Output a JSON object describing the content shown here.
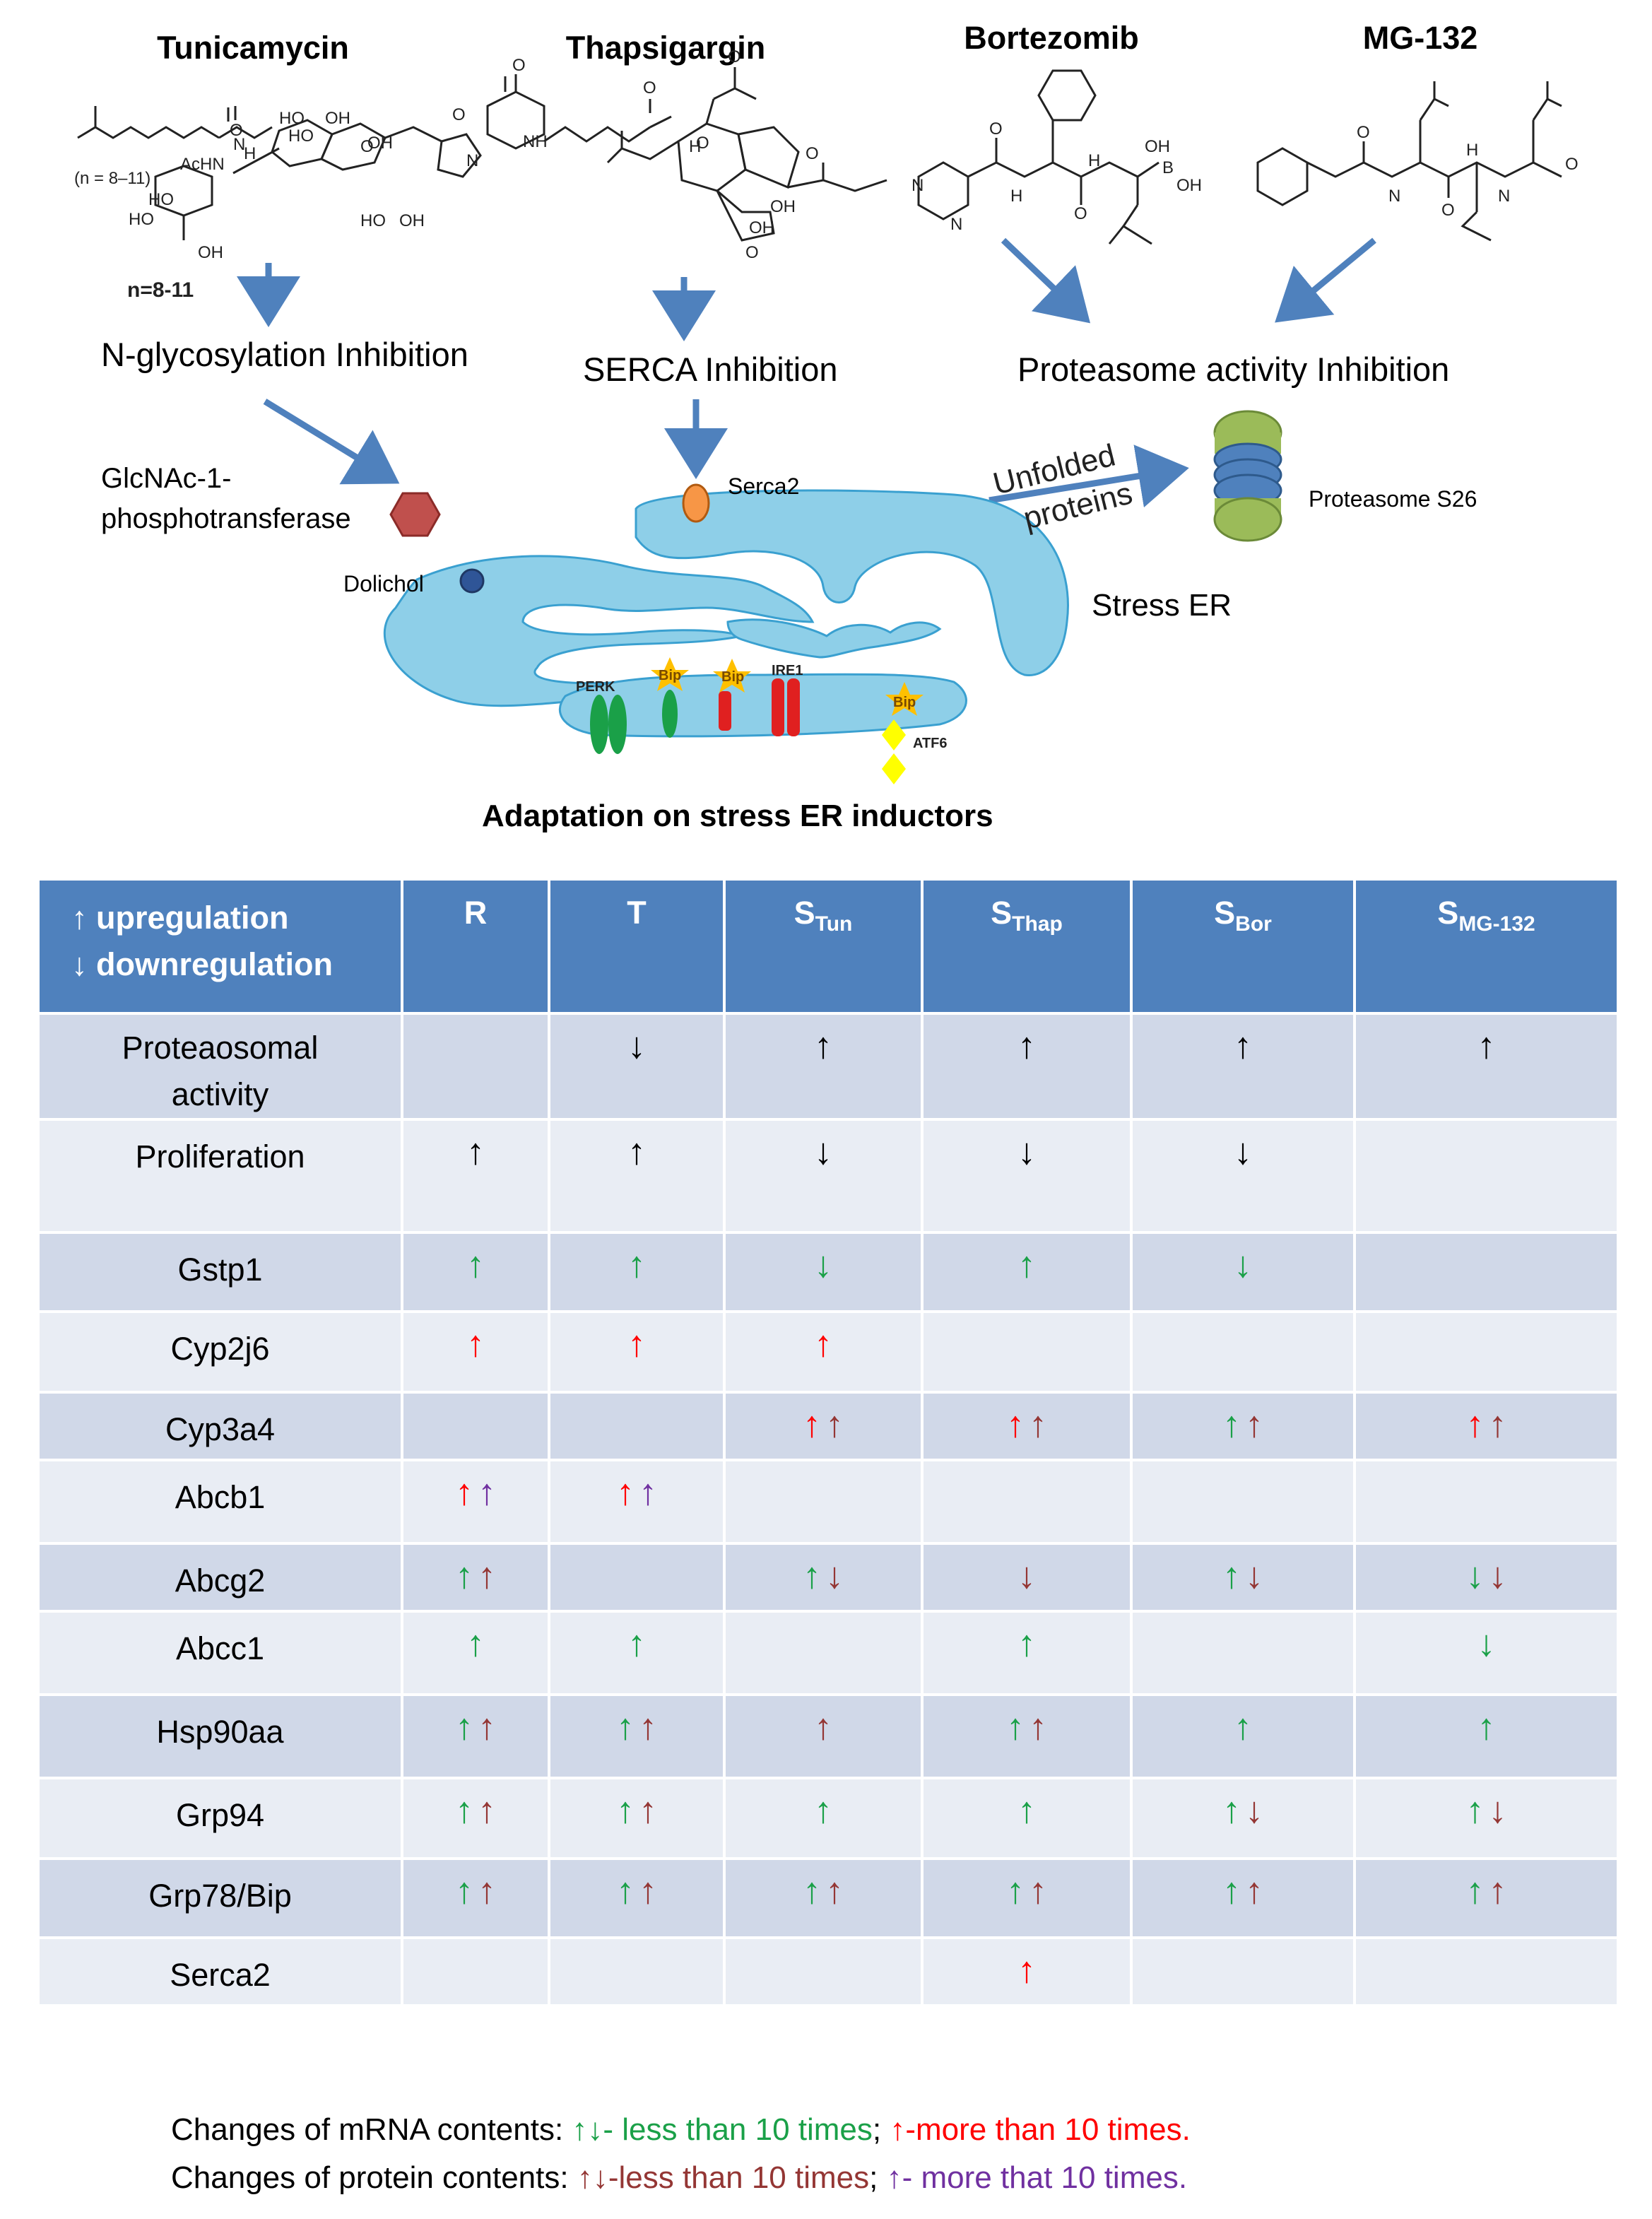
{
  "drugs": [
    {
      "name": "Tunicamycin"
    },
    {
      "name": "Thapsigargin"
    },
    {
      "name": "Bortezomib"
    },
    {
      "name": "MG-132"
    }
  ],
  "structure_labels": {
    "n_range": "(n = 8–11)",
    "n_bold": "n=8-11",
    "achn": "AcHN",
    "ho": "HO",
    "oh": "OH",
    "o": "O",
    "nh": "NH",
    "n": "N",
    "h": "H",
    "b": "B"
  },
  "mechanisms": {
    "tunicamycin": "N-glycosylation Inhibition",
    "thapsigargin": "SERCA Inhibition",
    "proteasome": "Proteasome activity Inhibition"
  },
  "labels": {
    "glcnac_line1": "GlcNAc-1-",
    "glcnac_line2": "phosphotransferase",
    "dolichol": "Dolichol",
    "serca2": "Serca2",
    "unfolded_line1": "Unfolded",
    "unfolded_line2": "proteins",
    "proteasome_s26": "Proteasome S26",
    "stress_er": "Stress ER",
    "perk": "PERK",
    "bip": "Bip",
    "ire1": "IRE1",
    "atf6": "ATF6",
    "adaptation_title": "Adaptation on stress ER inductors"
  },
  "colors": {
    "arrow_blue": "#4f81bd",
    "er_fill": "#8ecfe8",
    "er_stroke": "#3aa0d0",
    "green": "#1aa048",
    "red": "#ff0000",
    "brown": "#943634",
    "purple": "#7030a0",
    "header_blue": "#4f81bd",
    "row_dark": "#d0d8e8",
    "row_light": "#e9edf4",
    "hexagon": "#c0504d",
    "serca_orange": "#f79646",
    "dolichol_blue": "#2f5597",
    "proteasome_green": "#9bbb59",
    "proteasome_blue": "#4f81bd",
    "bip_yellow": "#ffc000",
    "atf6_yellow": "#ffff00"
  },
  "table": {
    "header_line1": "↑ upregulation",
    "header_line2": "↓ downregulation",
    "columns": [
      {
        "main": "R",
        "sub": ""
      },
      {
        "main": "T",
        "sub": ""
      },
      {
        "main": "S",
        "sub": "Tun"
      },
      {
        "main": "S",
        "sub": "Thap"
      },
      {
        "main": "S",
        "sub": "Bor"
      },
      {
        "main": "S",
        "sub": "MG-132"
      }
    ],
    "rows": [
      {
        "label": "Proteaosomal activity",
        "height": 148,
        "cells": [
          [],
          [
            [
              "↓",
              "black"
            ]
          ],
          [
            [
              "↑",
              "black"
            ]
          ],
          [
            [
              "↑",
              "black"
            ]
          ],
          [
            [
              "↑",
              "black"
            ]
          ],
          [
            [
              "↑",
              "black"
            ]
          ]
        ]
      },
      {
        "label": "Proliferation",
        "height": 160,
        "cells": [
          [
            [
              "↑",
              "black"
            ]
          ],
          [
            [
              "↑",
              "black"
            ]
          ],
          [
            [
              "↓",
              "black"
            ]
          ],
          [
            [
              "↓",
              "black"
            ]
          ],
          [
            [
              "↓",
              "black"
            ]
          ],
          []
        ]
      },
      {
        "label": "Gstp1",
        "height": 112,
        "cells": [
          [
            [
              "↑",
              "green"
            ]
          ],
          [
            [
              "↑",
              "green"
            ]
          ],
          [
            [
              "↓",
              "green"
            ]
          ],
          [
            [
              "↑",
              "green"
            ]
          ],
          [
            [
              "↓",
              "green"
            ]
          ],
          []
        ]
      },
      {
        "label": "Cyp2j6",
        "height": 114,
        "cells": [
          [
            [
              "↑",
              "red"
            ]
          ],
          [
            [
              "↑",
              "red"
            ]
          ],
          [
            [
              "↑",
              "red"
            ]
          ],
          [],
          [],
          []
        ]
      },
      {
        "label": "Cyp3a4",
        "height": 96,
        "cells": [
          [],
          [],
          [
            [
              "↑",
              "red"
            ],
            [
              "↑",
              "brown"
            ]
          ],
          [
            [
              "↑",
              "red"
            ],
            [
              "↑",
              "brown"
            ]
          ],
          [
            [
              "↑",
              "green"
            ],
            [
              "↑",
              "brown"
            ]
          ],
          [
            [
              "↑",
              "red"
            ],
            [
              "↑",
              "brown"
            ]
          ]
        ]
      },
      {
        "label": "Abcb1",
        "height": 118,
        "cells": [
          [
            [
              "↑",
              "red"
            ],
            [
              "↑",
              "purple"
            ]
          ],
          [
            [
              "↑",
              "red"
            ],
            [
              "↑",
              "purple"
            ]
          ],
          [],
          [],
          [],
          []
        ]
      },
      {
        "label": "Abcg2",
        "height": 96,
        "cells": [
          [
            [
              "↑",
              "green"
            ],
            [
              "↑",
              "brown"
            ]
          ],
          [],
          [
            [
              "↑",
              "green"
            ],
            [
              "↓",
              "brown"
            ]
          ],
          [
            [
              "↓",
              "brown"
            ]
          ],
          [
            [
              "↑",
              "green"
            ],
            [
              "↓",
              "brown"
            ]
          ],
          [
            [
              "↓",
              "green"
            ],
            [
              "↓",
              "brown"
            ]
          ]
        ]
      },
      {
        "label": "Abcc1",
        "height": 118,
        "cells": [
          [
            [
              "↑",
              "green"
            ]
          ],
          [
            [
              "↑",
              "green"
            ]
          ],
          [],
          [
            [
              "↑",
              "green"
            ]
          ],
          [],
          [
            [
              "↓",
              "green"
            ]
          ]
        ]
      },
      {
        "label": "Hsp90aa",
        "height": 118,
        "cells": [
          [
            [
              "↑",
              "green"
            ],
            [
              "↑",
              "brown"
            ]
          ],
          [
            [
              "↑",
              "green"
            ],
            [
              "↑",
              "brown"
            ]
          ],
          [
            [
              "↑",
              "brown"
            ]
          ],
          [
            [
              "↑",
              "green"
            ],
            [
              "↑",
              "brown"
            ]
          ],
          [
            [
              "↑",
              "green"
            ]
          ],
          [
            [
              "↑",
              "green"
            ]
          ]
        ]
      },
      {
        "label": "Grp94",
        "height": 114,
        "cells": [
          [
            [
              "↑",
              "green"
            ],
            [
              "↑",
              "brown"
            ]
          ],
          [
            [
              "↑",
              "green"
            ],
            [
              "↑",
              "brown"
            ]
          ],
          [
            [
              "↑",
              "green"
            ]
          ],
          [
            [
              "↑",
              "green"
            ]
          ],
          [
            [
              "↑",
              "green"
            ],
            [
              "↓",
              "brown"
            ]
          ],
          [
            [
              "↑",
              "green"
            ],
            [
              "↓",
              "brown"
            ]
          ]
        ]
      },
      {
        "label": "Grp78/Bip",
        "height": 112,
        "cells": [
          [
            [
              "↑",
              "green"
            ],
            [
              "↑",
              "brown"
            ]
          ],
          [
            [
              "↑",
              "green"
            ],
            [
              "↑",
              "brown"
            ]
          ],
          [
            [
              "↑",
              "green"
            ],
            [
              "↑",
              "brown"
            ]
          ],
          [
            [
              "↑",
              "green"
            ],
            [
              "↑",
              "brown"
            ]
          ],
          [
            [
              "↑",
              "green"
            ],
            [
              "↑",
              "brown"
            ]
          ],
          [
            [
              "↑",
              "green"
            ],
            [
              "↑",
              "brown"
            ]
          ]
        ]
      },
      {
        "label": "Serca2",
        "height": 96,
        "cells": [
          [],
          [],
          [],
          [
            [
              "↑",
              "red"
            ]
          ],
          [],
          []
        ]
      }
    ]
  },
  "legend": {
    "line1": {
      "prefix": "Changes of mRNA contents: ",
      "arrows1": "↑↓",
      "text1": "- less than 10 times",
      "sep": "; ",
      "arrows2": "↑",
      "text2": "-more than 10 times."
    },
    "line2": {
      "prefix": "Changes of protein contents: ",
      "arrows1": "↑↓",
      "text1": "-less than 10 times",
      "sep": "; ",
      "arrows2": "↑",
      "text2": "- more that 10 times."
    }
  }
}
